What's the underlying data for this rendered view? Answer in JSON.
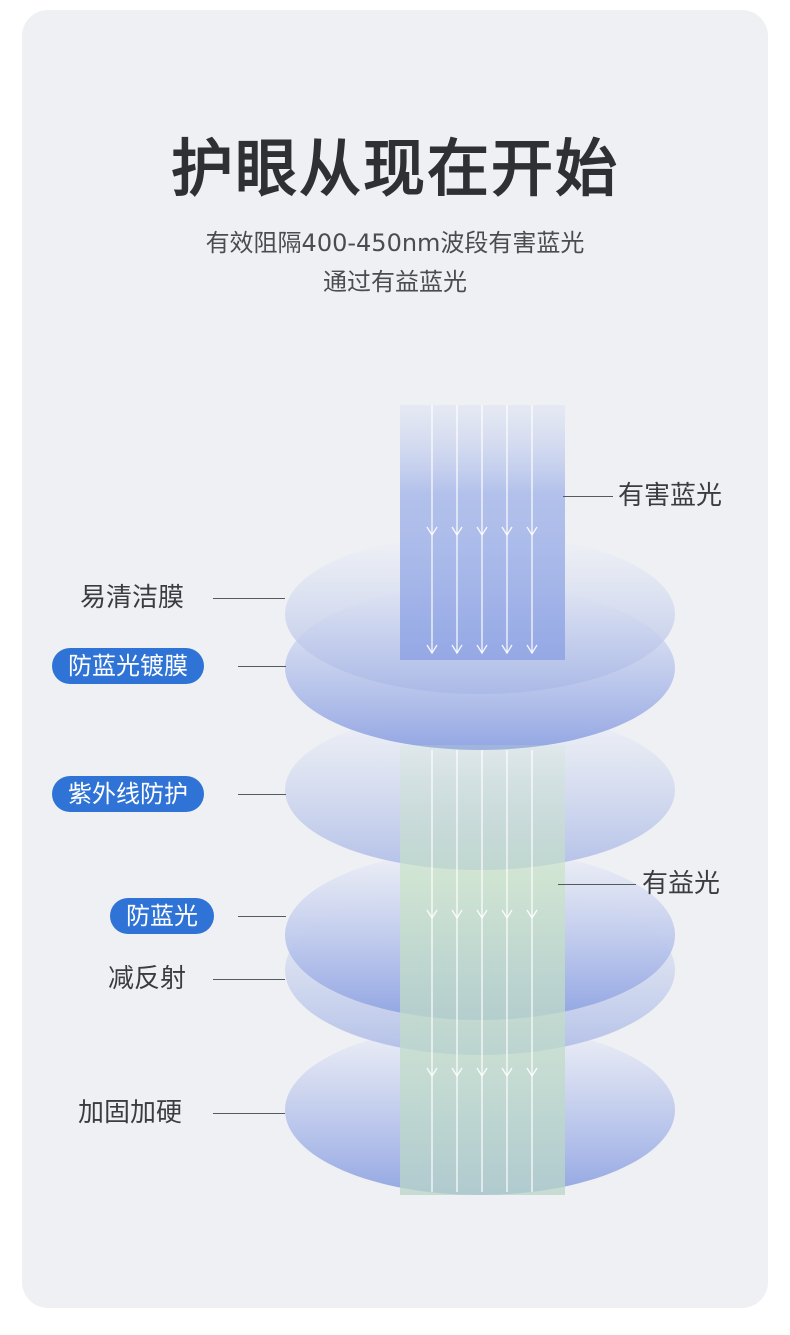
{
  "header": {
    "title": "护眼从现在开始",
    "subtitle_line1": "有效阻隔400-450nm波段有害蓝光",
    "subtitle_line2": "通过有益蓝光"
  },
  "diagram": {
    "right_labels": {
      "harmful": "有害蓝光",
      "beneficial": "有益光"
    },
    "left_labels": {
      "easy_clean": "易清洁膜",
      "anti_blue_coating": "防蓝光镀膜",
      "uv_protection": "紫外线防护",
      "anti_blue": "防蓝光",
      "anti_reflection": "减反射",
      "hardening": "加固加硬"
    }
  },
  "colors": {
    "accent": "#2f73d6",
    "disc_blue": "#8fa3e2",
    "beam_blue": "#9eb1e8",
    "beam_green": "#c8e3c4",
    "background": "#eef0f3"
  }
}
